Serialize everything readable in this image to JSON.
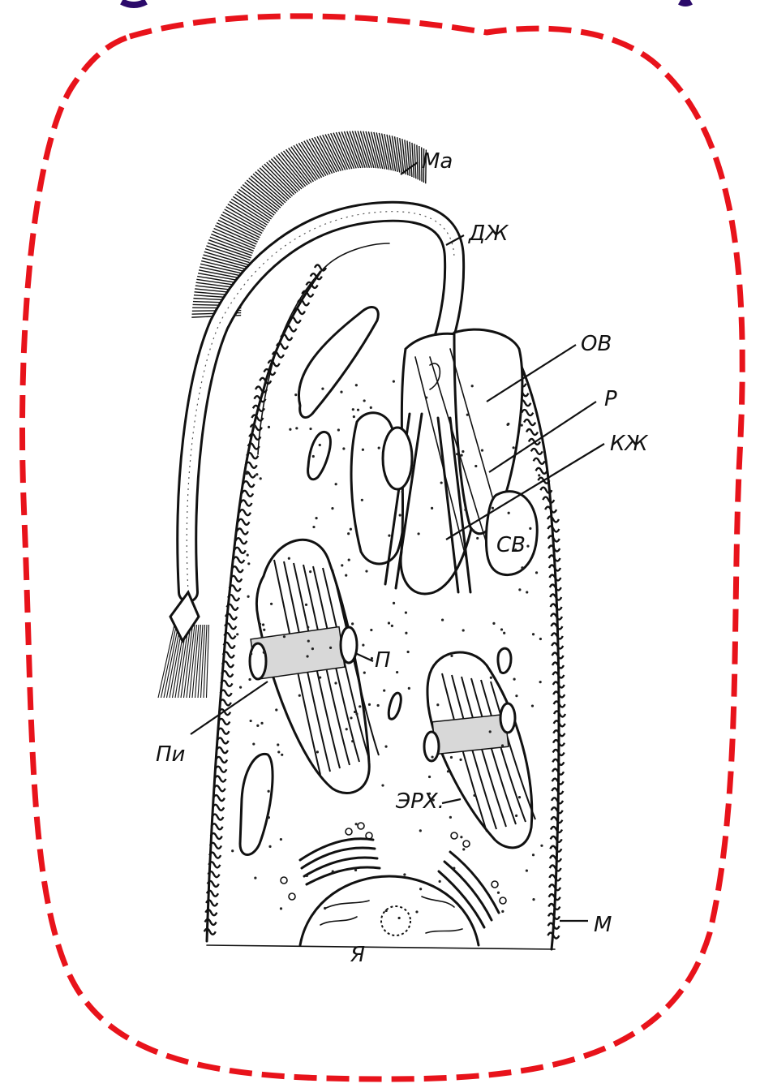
{
  "colors": {
    "border": "#e8131b",
    "ink": "#111111",
    "header_remnant": "#2b0a6a"
  },
  "labels": {
    "ma": "Ма",
    "dzh": "ДЖ",
    "ov": "ОВ",
    "r": "Р",
    "kzh": "КЖ",
    "sv": "СВ",
    "p": "П",
    "pi": "Пи",
    "erkh": "ЭРХ.",
    "m": "М",
    "ya": "Я"
  }
}
